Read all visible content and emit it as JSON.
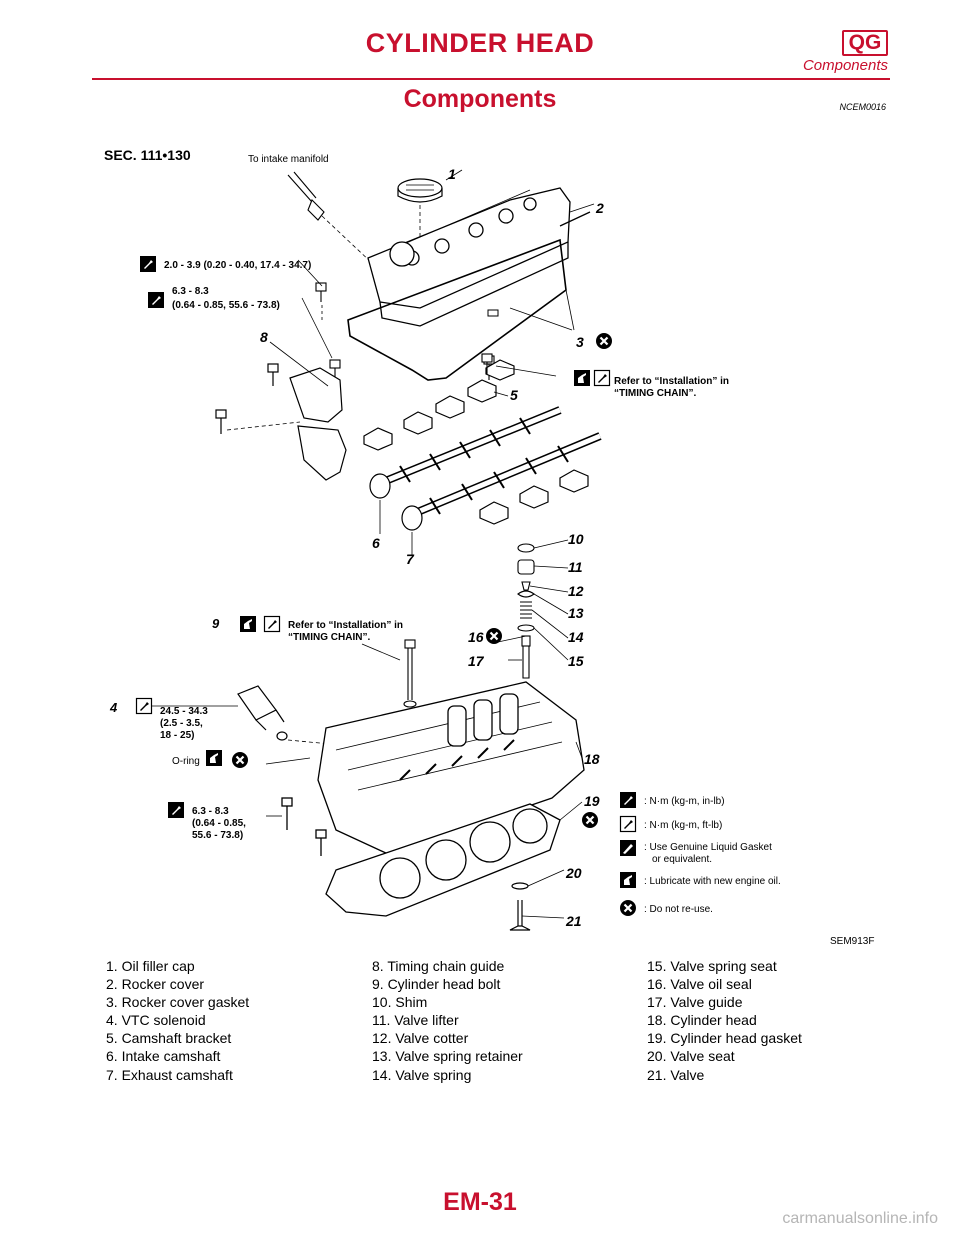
{
  "header": {
    "title": "CYLINDER HEAD",
    "engine_badge": "QG",
    "subtitle": "Components"
  },
  "section": {
    "title": "Components",
    "code": "NCEM0016"
  },
  "diagram": {
    "sec_label": "SEC. 111•130",
    "figure_id": "SEM913F",
    "callouts": [
      "1",
      "2",
      "3",
      "4",
      "5",
      "6",
      "7",
      "8",
      "9",
      "10",
      "11",
      "12",
      "13",
      "14",
      "15",
      "16",
      "17",
      "18",
      "19",
      "20",
      "21"
    ],
    "notes": {
      "to_intake": "To intake manifold",
      "torque1": "2.0 - 3.9 (0.20 - 0.40, 17.4 - 34.7)",
      "torque2_l1": "6.3 - 8.3",
      "torque2_l2": "(0.64 - 0.85, 55.6 - 73.8)",
      "refer_l1": "Refer to “Installation” in",
      "refer_l2": "“TIMING CHAIN”.",
      "refer9_l1": "Refer to “Installation” in",
      "refer9_l2": "“TIMING CHAIN”.",
      "torque4_l1": "24.5 - 34.3",
      "torque4_l2": "(2.5 - 3.5,",
      "torque4_l3": "18 - 25)",
      "oring": "O-ring",
      "torque5_l1": "6.3 - 8.3",
      "torque5_l2": "(0.64 - 0.85,",
      "torque5_l3": "55.6 - 73.8)"
    },
    "legend": [
      {
        "icon": "torque-in-lb-icon",
        "text": ": N·m (kg-m, in-lb)"
      },
      {
        "icon": "torque-ft-lb-icon",
        "text": ": N·m (kg-m, ft-lb)"
      },
      {
        "icon": "liquid-gasket-icon",
        "text": ": Use Genuine Liquid Gasket",
        "text2": "or equivalent."
      },
      {
        "icon": "oil-can-icon",
        "text": ": Lubricate with new engine oil."
      },
      {
        "icon": "do-not-reuse-icon",
        "text": ": Do not re-use."
      }
    ]
  },
  "parts": [
    [
      "1. Oil filler cap",
      "2. Rocker cover",
      "3. Rocker cover gasket",
      "4. VTC solenoid",
      "5. Camshaft bracket",
      "6. Intake camshaft",
      "7. Exhaust camshaft"
    ],
    [
      "8. Timing chain guide",
      "9. Cylinder head bolt",
      "10. Shim",
      "11. Valve lifter",
      "12. Valve cotter",
      "13. Valve spring retainer",
      "14. Valve spring"
    ],
    [
      "15. Valve spring seat",
      "16. Valve oil seal",
      "17. Valve guide",
      "18. Cylinder head",
      "19. Cylinder head gasket",
      "20. Valve seat",
      "21. Valve"
    ]
  ],
  "footer": {
    "page": "EM-31",
    "watermark": "carmanualsonline.info"
  }
}
